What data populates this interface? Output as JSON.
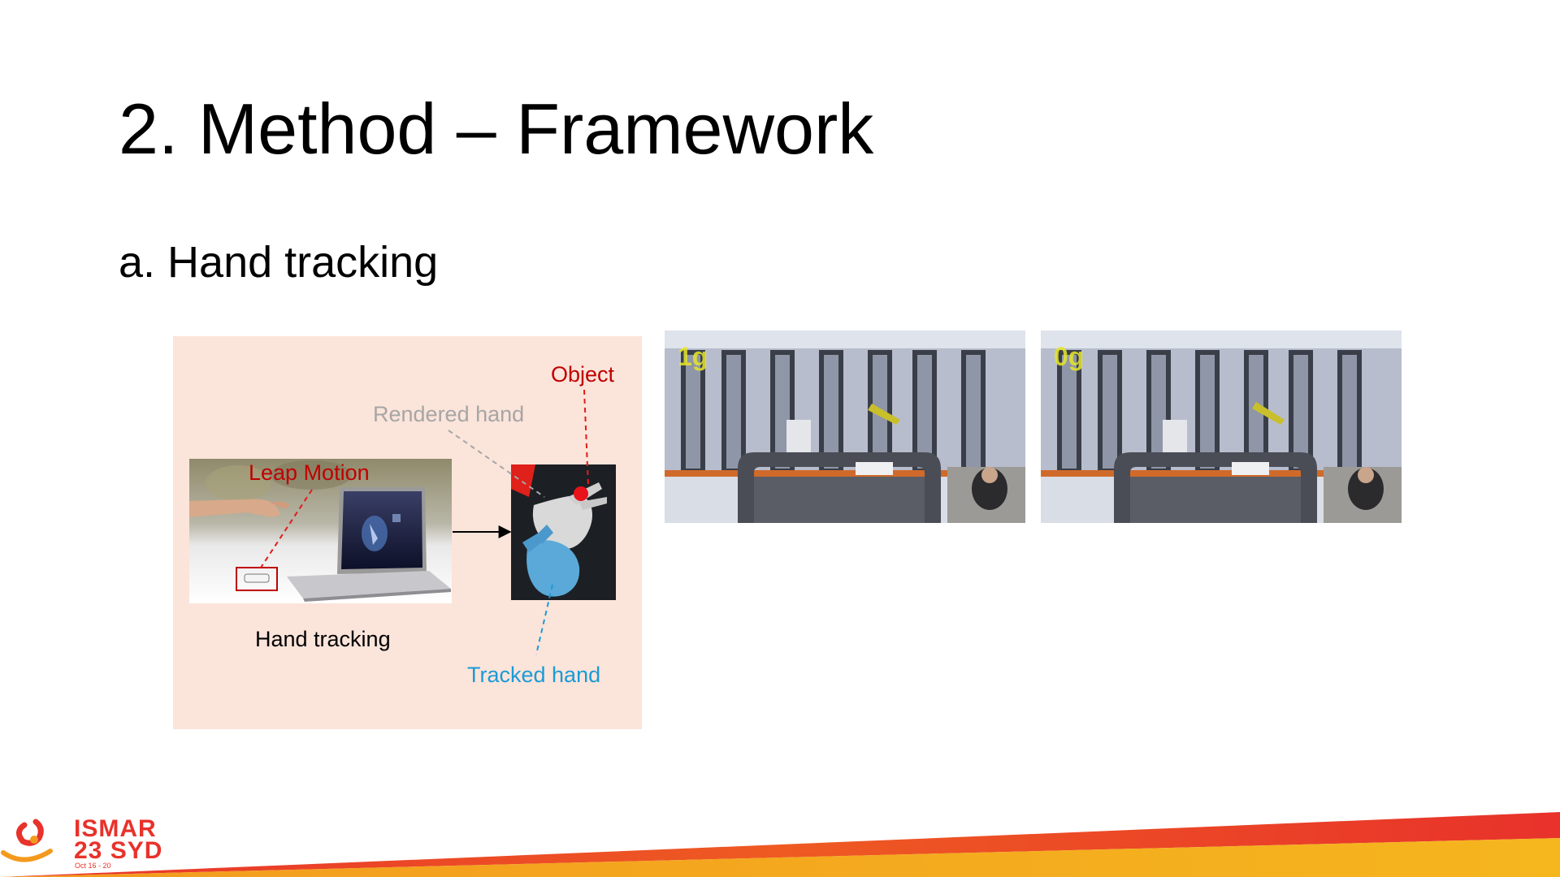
{
  "slide": {
    "title": "2. Method – Framework",
    "section_heading": "a.  Hand tracking"
  },
  "framework_diagram": {
    "label_object": "Object",
    "label_rendered_hand": "Rendered hand",
    "label_leap_motion": "Leap Motion",
    "label_hand_tracking": "Hand tracking",
    "label_tracked_hand": "Tracked hand"
  },
  "vr_frames": [
    {
      "gravity_label": "1g"
    },
    {
      "gravity_label": "0g"
    }
  ],
  "footer": {
    "logo_name": "ISMAR",
    "logo_year_city": "23 SYD",
    "logo_dates": "Oct 16 - 20"
  },
  "colors": {
    "panel_background": "#fbe4da",
    "red_label": "#c00000",
    "blue_label": "#1a9bd7",
    "grey_label": "#a6a6a6",
    "footer_red": "#e8322b",
    "footer_orange": "#f39a1e"
  }
}
